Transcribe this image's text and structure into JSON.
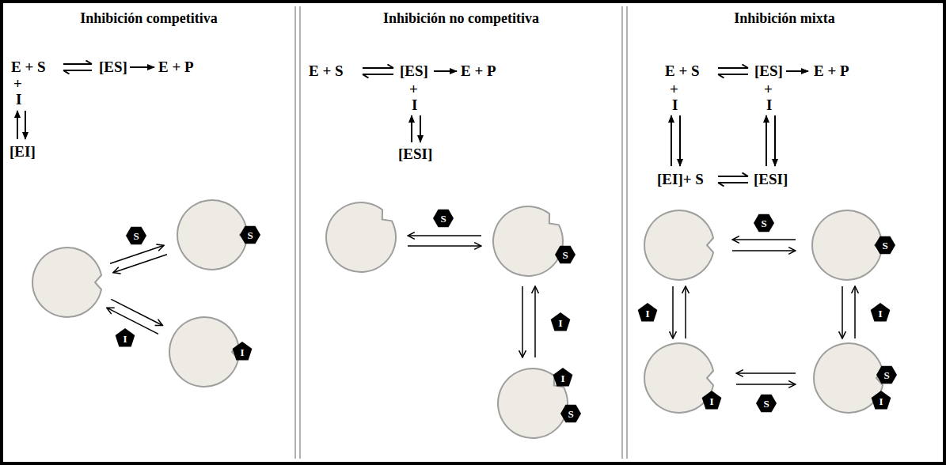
{
  "diagram": {
    "nodes": [
      {
        "text": [
          "Inhibición competitiva"
        ]
      },
      {
        "text": [
          "S"
        ],
        "in": 0
      },
      {
        "text": [
          "S"
        ],
        "in": 0
      },
      {
        "text": [
          "I"
        ],
        "in": 0
      },
      {
        "text": [
          "I"
        ],
        "in": 0
      },
      {
        "text": [
          "Inhibición no competitiva"
        ]
      },
      {
        "text": [
          "S"
        ],
        "in": 5
      },
      {
        "text": [
          "S"
        ],
        "in": 5
      },
      {
        "text": [
          "I"
        ],
        "in": 5
      },
      {
        "text": [
          "I"
        ],
        "in": 5
      },
      {
        "text": [
          "S"
        ],
        "in": 5
      },
      {
        "text": [
          "Inhibición mixta"
        ]
      },
      {
        "text": [
          "S"
        ],
        "in": 11
      },
      {
        "text": [
          "S"
        ],
        "in": 11
      },
      {
        "text": [
          "I"
        ],
        "in": 11
      },
      {
        "text": [
          "I"
        ],
        "in": 11
      },
      {
        "text": [
          "I"
        ],
        "in": 11
      },
      {
        "text": [
          "S"
        ],
        "in": 11
      },
      {
        "text": [
          "S"
        ],
        "in": 11
      },
      {
        "text": [
          "I"
        ],
        "in": 11
      }
    ],
    "labels": [
      "E + S",
      "[ES]",
      "E + P",
      "+",
      "I",
      "[EI]",
      "E + S",
      "[ES]",
      "E + P",
      "+",
      "I",
      "[ESI]",
      "E + S",
      "[ES]",
      "E + P",
      "+",
      "I",
      "+",
      "I",
      "[EI]+ S",
      "[ESI]"
    ]
  }
}
